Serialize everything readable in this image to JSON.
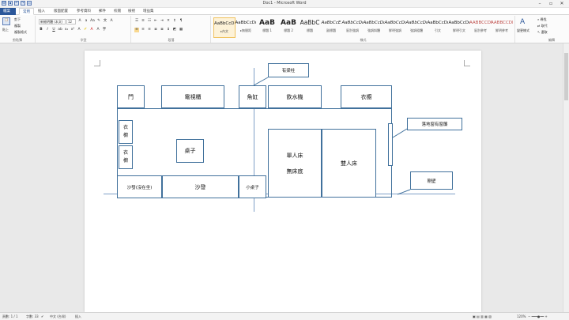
{
  "window": {
    "title": "Doc1 - Microsoft Word"
  },
  "tabs": [
    "檔案",
    "常用",
    "插入",
    "版面配置",
    "參考資料",
    "郵件",
    "校閱",
    "檢視",
    "增益集"
  ],
  "clipboard": {
    "paste": "貼上",
    "cut": "剪下",
    "copy": "複製",
    "format": "複製格式",
    "group": "剪貼簿"
  },
  "font": {
    "name": "新細明體 (本文)",
    "size": "12",
    "group": "字型"
  },
  "paragraph": {
    "group": "段落"
  },
  "styles": {
    "group": "樣式",
    "items": [
      {
        "preview": "AaBbCcDı",
        "name": "▸內文"
      },
      {
        "preview": "AaBbCcDı",
        "name": "▸無間距"
      },
      {
        "preview": "AaB",
        "name": "標題 1"
      },
      {
        "preview": "AaB",
        "name": "標題 2"
      },
      {
        "preview": "AaBbC",
        "name": "標題"
      },
      {
        "preview": "AaBbCcE",
        "name": "副標題"
      },
      {
        "preview": "AaBbCcDı",
        "name": "區別強調"
      },
      {
        "preview": "AaBbCcDı",
        "name": "強調斜體"
      },
      {
        "preview": "AaBbCcDı",
        "name": "鮮明強調"
      },
      {
        "preview": "AaBbCcDı",
        "name": "強調粗體"
      },
      {
        "preview": "AaBbCcDı",
        "name": "引文"
      },
      {
        "preview": "AaBbCcDı",
        "name": "鮮明引文"
      },
      {
        "preview": "AABBCCDI",
        "name": "區別參考"
      },
      {
        "preview": "AABBCCDI",
        "name": "鮮明參考"
      }
    ],
    "change": "變更樣式"
  },
  "editing": {
    "find": "尋找",
    "replace": "取代",
    "select": "選取",
    "group": "編輯"
  },
  "floorplan": {
    "door": "門",
    "tv_cabinet": "電視櫃",
    "fish_tank": "魚缸",
    "water_dispenser": "飲水機",
    "wardrobe_top": "衣櫥",
    "wardrobe_left_1": "衣櫥",
    "wardrobe_left_2": "衣櫥",
    "table": "桌子",
    "single_bed": "單人床",
    "no_bed_frame": "無床底",
    "double_bed": "雙人床",
    "sofa_note": "沙發(沒在坐)",
    "sofa": "沙發",
    "small_table": "小桌子"
  },
  "callouts": {
    "beam": "有梁柱",
    "window": "落地窗有窗簾",
    "wall": "剛壁"
  },
  "status": {
    "page": "頁數: 1 / 1",
    "words": "字數: 33",
    "lang": "中文 (台灣)",
    "mode": "插入",
    "zoom": "120%"
  }
}
